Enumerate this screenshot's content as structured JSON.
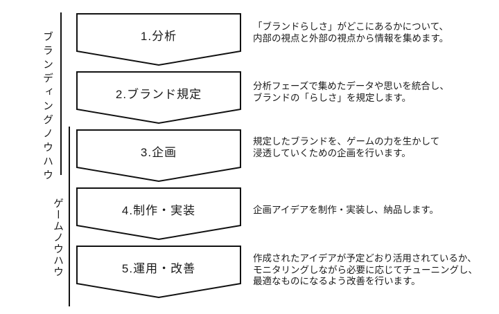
{
  "diagram": {
    "background_color": "#ffffff",
    "stroke_color": "#111111",
    "text_color": "#1a1a1a",
    "groups": [
      {
        "label": "ブランディングノウハウ"
      },
      {
        "label": "ゲームノウハウ"
      }
    ],
    "steps": [
      {
        "label": "1.分析",
        "description": "「ブランドらしさ」がどこにあるかについて、\n内部の視点と外部の視点から情報を集めます。"
      },
      {
        "label": "2.ブランド規定",
        "description": "分析フェーズで集めたデータや思いを統合し、\nブランドの「らしさ」を規定します。"
      },
      {
        "label": "3.企画",
        "description": "規定したブランドを、ゲームの力を生かして\n浸透していくための企画を行います。"
      },
      {
        "label": "4.制作・実装",
        "description": "企画アイデアを制作・実装し、納品します。"
      },
      {
        "label": "5.運用・改善",
        "description": "作成されたアイデアが予定どおり活用されているか、\nモニタリングしながら必要に応じてチューニングし、\n最適なものになるよう改善を行います。"
      }
    ]
  }
}
